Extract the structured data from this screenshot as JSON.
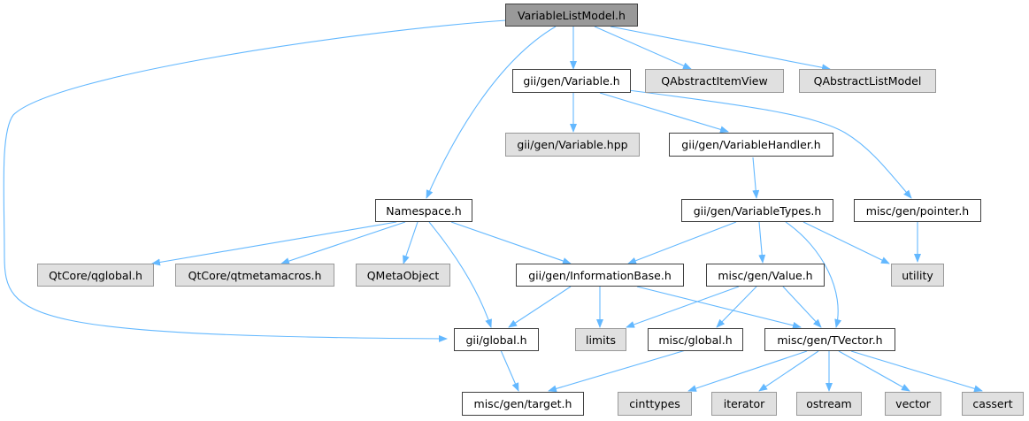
{
  "nodes": {
    "root": "VariableListModel.h",
    "variable_h": "gii/gen/Variable.h",
    "qabstractitemview": "QAbstractItemView",
    "qabstractlistmodel": "QAbstractListModel",
    "variable_hpp": "gii/gen/Variable.hpp",
    "variablehandler": "gii/gen/VariableHandler.h",
    "namespace": "Namespace.h",
    "variabletypes": "gii/gen/VariableTypes.h",
    "pointer": "misc/gen/pointer.h",
    "qglobal": "QtCore/qglobal.h",
    "qtmetamacros": "QtCore/qtmetamacros.h",
    "qmetaobject": "QMetaObject",
    "informationbase": "gii/gen/InformationBase.h",
    "value": "misc/gen/Value.h",
    "utility": "utility",
    "gii_global": "gii/global.h",
    "limits": "limits",
    "misc_global": "misc/global.h",
    "tvector": "misc/gen/TVector.h",
    "target": "misc/gen/target.h",
    "cinttypes": "cinttypes",
    "iterator": "iterator",
    "ostream": "ostream",
    "vector": "vector",
    "cassert": "cassert"
  },
  "edges": [
    [
      "root",
      "variable_h"
    ],
    [
      "root",
      "qabstractitemview"
    ],
    [
      "root",
      "qabstractlistmodel"
    ],
    [
      "root",
      "namespace"
    ],
    [
      "root",
      "gii_global"
    ],
    [
      "variable_h",
      "variable_hpp"
    ],
    [
      "variable_h",
      "variablehandler"
    ],
    [
      "variable_h",
      "pointer"
    ],
    [
      "variablehandler",
      "variabletypes"
    ],
    [
      "pointer",
      "utility"
    ],
    [
      "namespace",
      "qglobal"
    ],
    [
      "namespace",
      "qtmetamacros"
    ],
    [
      "namespace",
      "qmetaobject"
    ],
    [
      "namespace",
      "informationbase"
    ],
    [
      "namespace",
      "gii_global"
    ],
    [
      "variabletypes",
      "informationbase"
    ],
    [
      "variabletypes",
      "value"
    ],
    [
      "variabletypes",
      "utility"
    ],
    [
      "variabletypes",
      "tvector"
    ],
    [
      "informationbase",
      "gii_global"
    ],
    [
      "informationbase",
      "limits"
    ],
    [
      "informationbase",
      "tvector"
    ],
    [
      "value",
      "limits"
    ],
    [
      "value",
      "misc_global"
    ],
    [
      "value",
      "tvector"
    ],
    [
      "gii_global",
      "target"
    ],
    [
      "misc_global",
      "target"
    ],
    [
      "tvector",
      "cinttypes"
    ],
    [
      "tvector",
      "iterator"
    ],
    [
      "tvector",
      "ostream"
    ],
    [
      "tvector",
      "vector"
    ],
    [
      "tvector",
      "cassert"
    ]
  ],
  "colors": {
    "edge": "#63b8ff",
    "root_fill": "#999999",
    "external_fill": "#e0e0e0"
  }
}
